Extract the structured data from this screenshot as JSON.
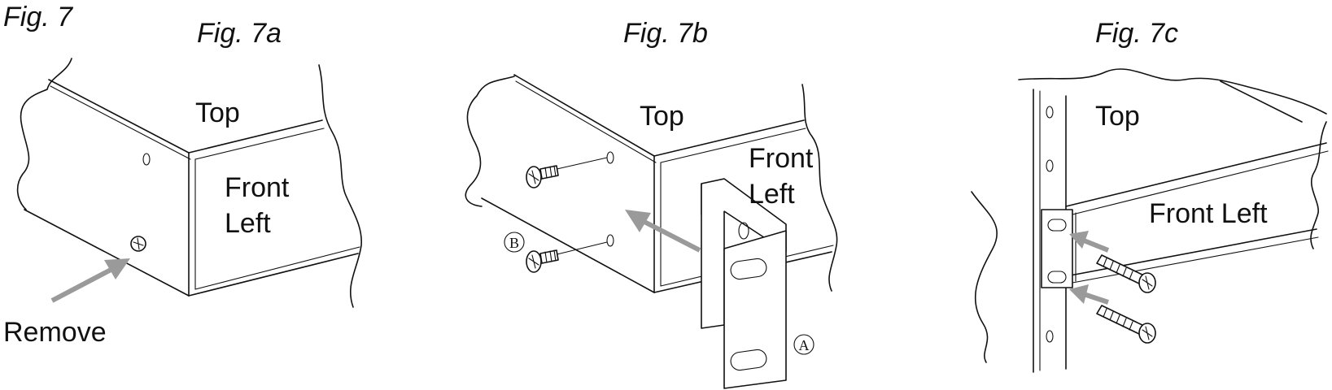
{
  "figure": {
    "main_label": "Fig. 7",
    "panels": [
      {
        "id": "7a",
        "title": "Fig. 7a",
        "top_label": "Top",
        "front_label_1": "Front",
        "front_label_2": "Left",
        "callout": "Remove"
      },
      {
        "id": "7b",
        "title": "Fig. 7b",
        "top_label": "Top",
        "front_label_1": "Front",
        "front_label_2": "Left",
        "marker_a": "A",
        "marker_b": "B"
      },
      {
        "id": "7c",
        "title": "Fig. 7c",
        "top_label": "Top",
        "front_label": "Front Left"
      }
    ]
  },
  "colors": {
    "line": "#111111",
    "arrow": "#9a9a9a",
    "background": "#ffffff"
  }
}
